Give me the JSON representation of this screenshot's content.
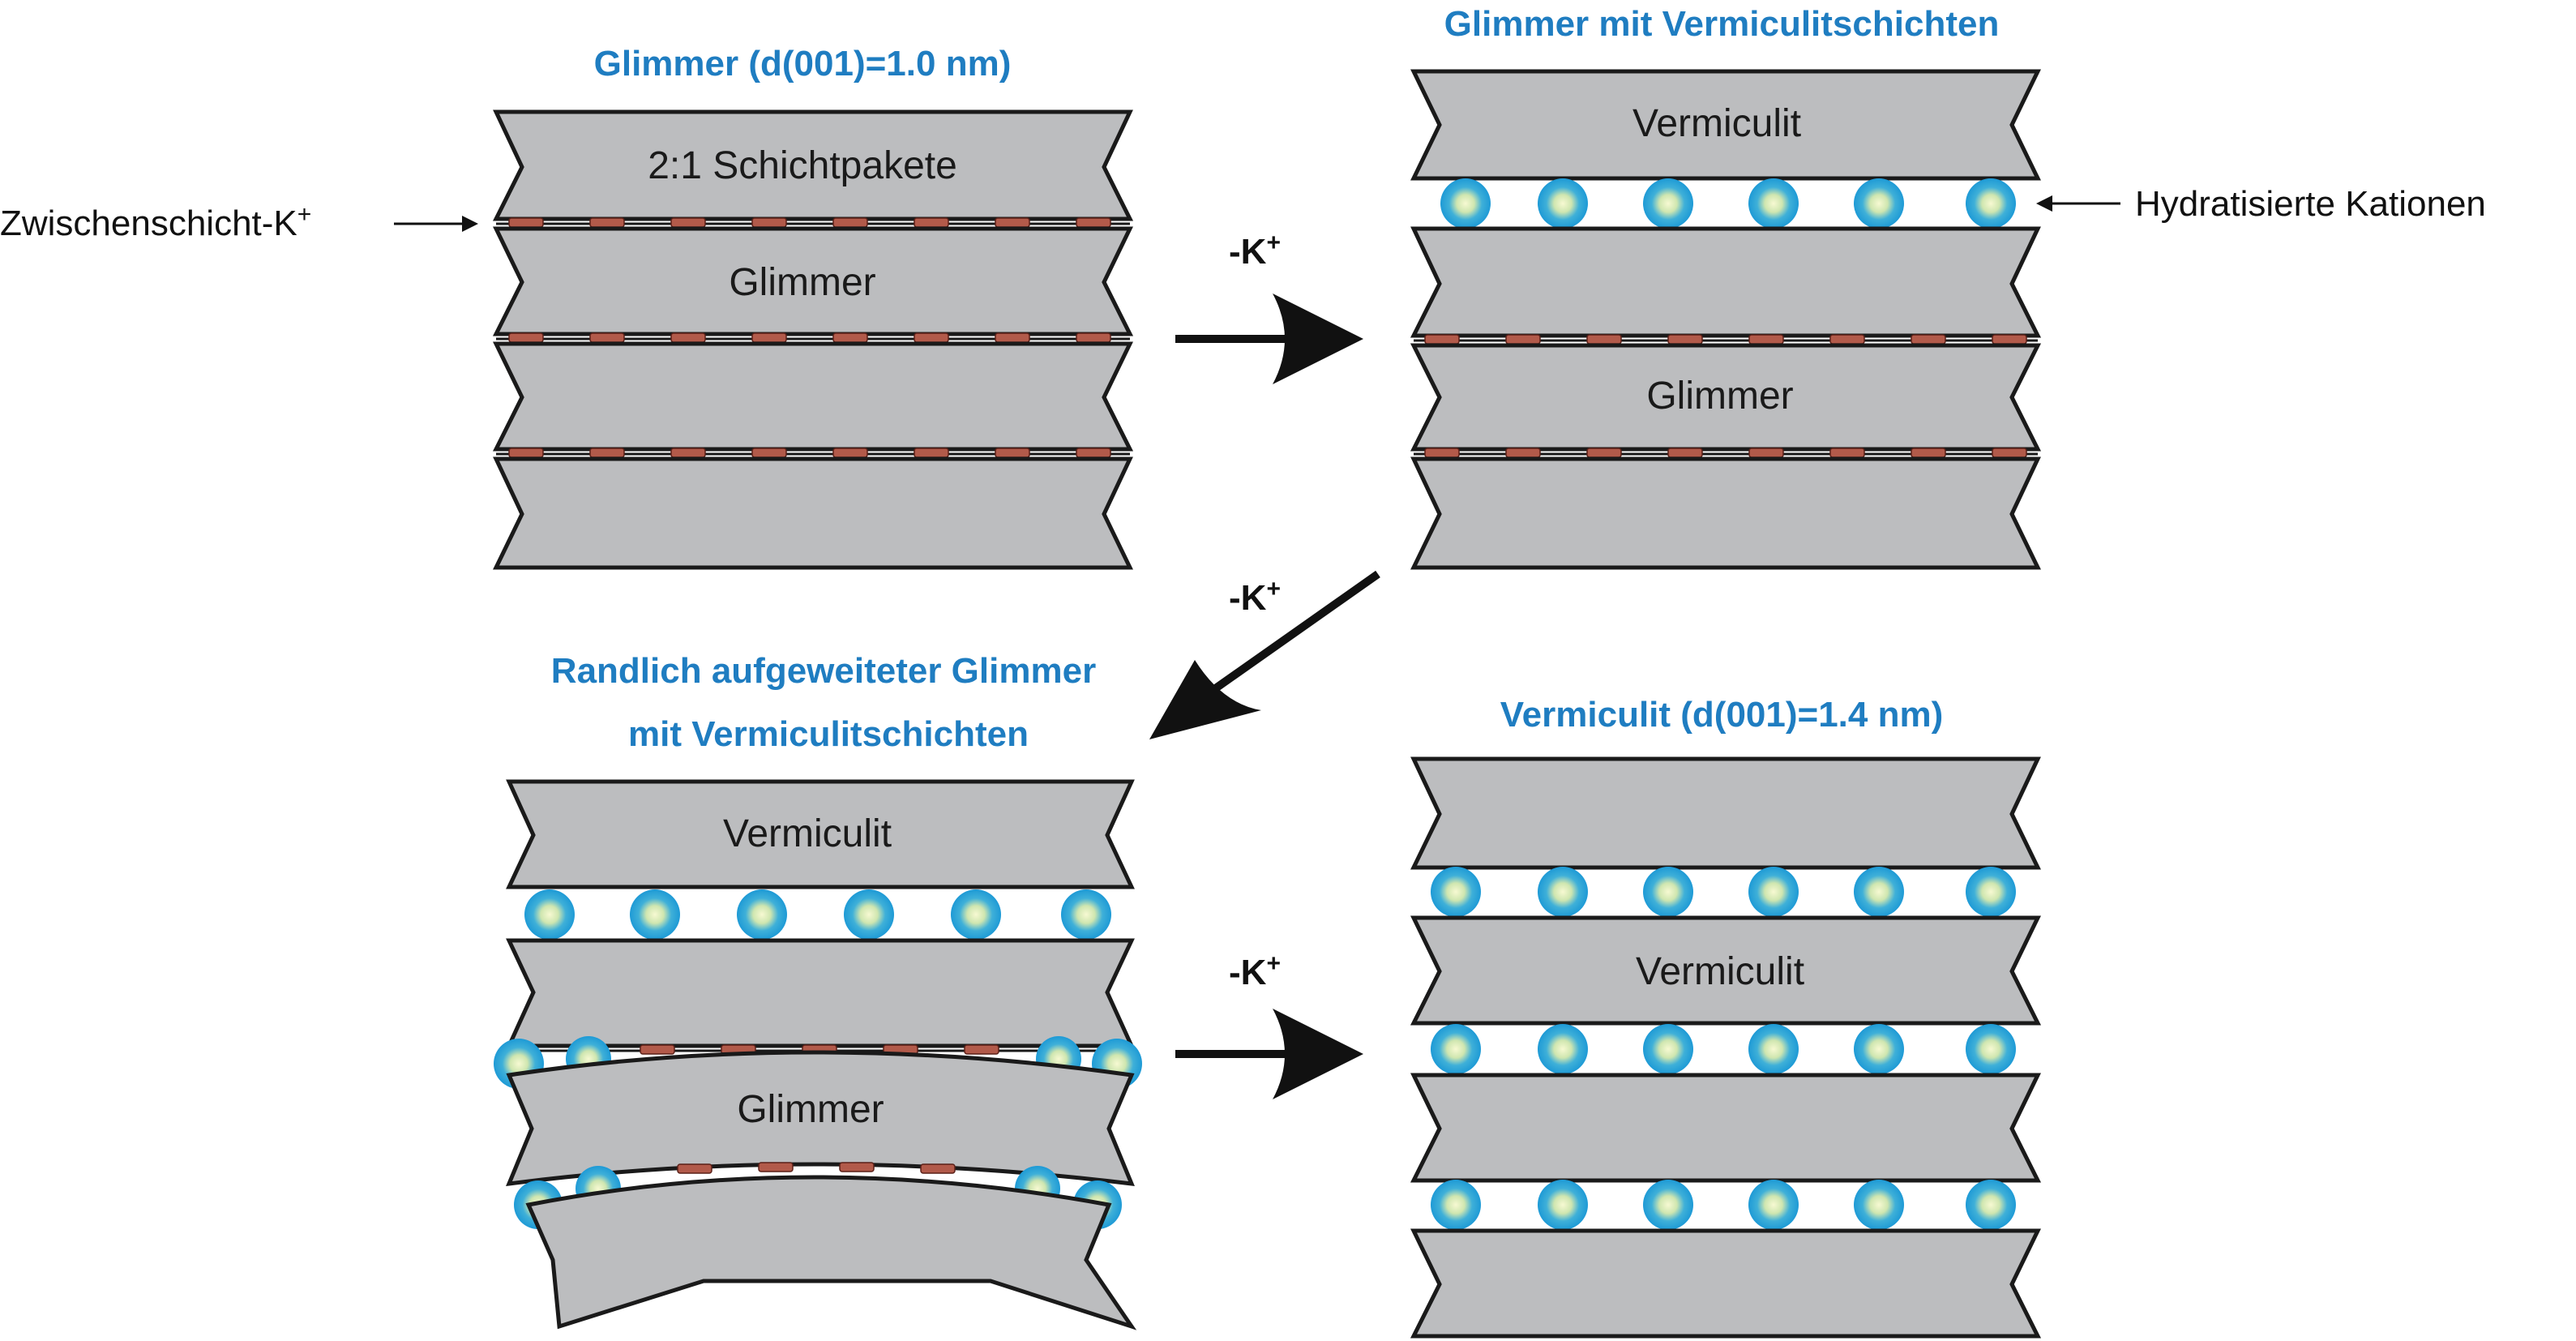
{
  "panels": {
    "top_left": {
      "title": "Glimmer (d(001)=1.0 nm)",
      "layer_label_top": "2:1 Schichtpakete",
      "layer_label_mid": "Glimmer",
      "side_label": "Zwischenschicht-K",
      "side_label_sup": "+"
    },
    "top_right": {
      "title": "Glimmer mit Vermiculitschichten",
      "layer_label_top": "Vermiculit",
      "layer_label_mid": "Glimmer",
      "side_label": "Hydratisierte Kationen"
    },
    "bottom_left": {
      "title_line1": "Randlich aufgeweiteter Glimmer",
      "title_line2": "mit Vermiculitschichten",
      "layer_label_top": "Vermiculit",
      "layer_label_mid": "Glimmer"
    },
    "bottom_right": {
      "title": "Vermiculit (d(001)=1.4 nm)",
      "layer_label_mid": "Vermiculit"
    }
  },
  "arrows": {
    "step1": {
      "label": "-K",
      "sup": "+"
    },
    "step2": {
      "label": "-K",
      "sup": "+"
    },
    "step3": {
      "label": "-K",
      "sup": "+"
    }
  },
  "colors": {
    "layer_fill": "#bcbdbf",
    "title_blue": "#1f7dc1",
    "potassium": "#b25a4a",
    "hydrated_cation_ring": "#27a9e1",
    "hydrated_cation_core": "#f2f7c8"
  }
}
